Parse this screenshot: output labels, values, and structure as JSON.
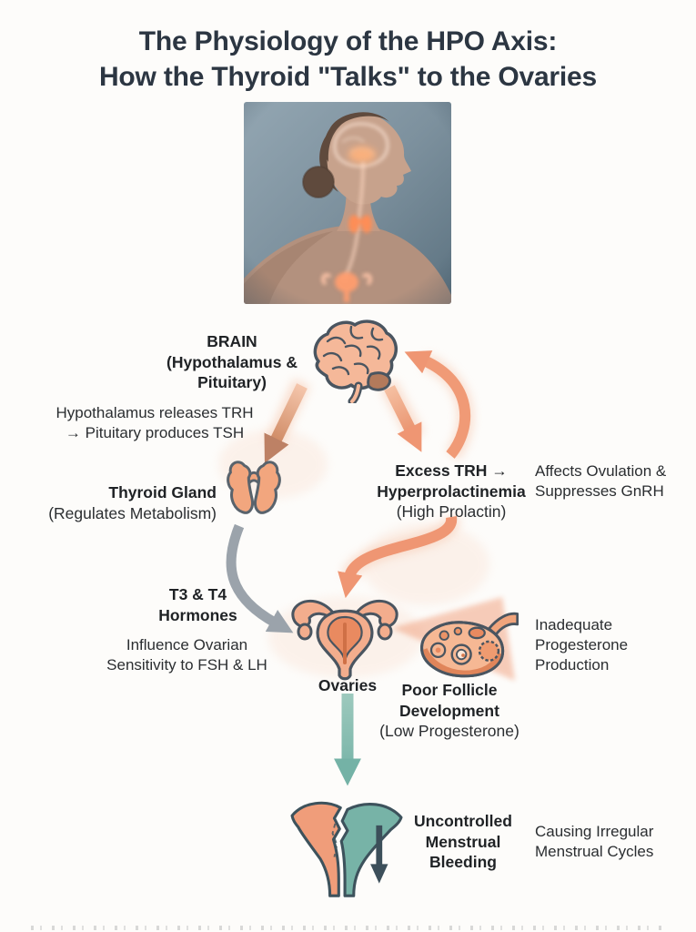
{
  "title": {
    "line1": "The Physiology of the HPO Axis:",
    "line2": "How the Thyroid \"Talks\" to the Ovaries"
  },
  "diagram": {
    "brain": {
      "name": "BRAIN",
      "sub1": "(Hypothalamus &",
      "sub2": "Pituitary)"
    },
    "trh_cascade": {
      "line1": "Hypothalamus releases TRH",
      "line2": "→ Pituitary produces TSH"
    },
    "thyroid": {
      "name": "Thyroid Gland",
      "sub": "(Regulates Metabolism)"
    },
    "excess_trh": {
      "line1": "Excess TRH →",
      "line2": "Hyperprolactinemia",
      "sub": "(High Prolactin)"
    },
    "gnrh_effect": {
      "line1": "Affects Ovulation &",
      "line2": "Suppresses GnRH"
    },
    "t3_t4": {
      "line1": "T3 & T4",
      "line2": "Hormones"
    },
    "ovarian_sensitivity": {
      "line1": "Influence Ovarian",
      "line2": "Sensitivity to FSH & LH"
    },
    "ovaries": {
      "name": "Ovaries"
    },
    "poor_follicle": {
      "line1": "Poor Follicle",
      "line2": "Development",
      "sub": "(Low Progesterone)"
    },
    "progesterone": {
      "line1": "Inadequate",
      "line2": "Progesterone",
      "line3": "Production"
    },
    "bleeding": {
      "line1": "Uncontrolled",
      "line2": "Menstrual",
      "line3": "Bleeding"
    },
    "cycles": {
      "line1": "Causing Irregular",
      "line2": "Menstrual Cycles"
    }
  },
  "icons": {
    "hero_photo": "anatomy-photo",
    "brain": "brain-icon",
    "thyroid": "thyroid-gland-icon",
    "uterus": "uterus-ovaries-icon",
    "ovary_detail": "ovary-follicles-icon",
    "bleeding_uterus": "bleeding-uterus-icon",
    "arrows": [
      "arrow-brain-to-thyroid",
      "arrow-brain-to-excess-trh",
      "arrow-feedback-to-brain",
      "arrow-excess-to-ovaries",
      "arrow-thyroid-to-ovaries",
      "arrow-ovaries-to-bleeding"
    ]
  },
  "colors": {
    "background": "#fdfcfa",
    "title_text": "#2c3642",
    "body_text": "#2b2e31",
    "salmon_arrow": "#ef9673",
    "salmon_arrow_dark_tip": "#c08264",
    "gray_arrow": "#9ba3ab",
    "teal_arrow": "#7db8ad",
    "organ_fill": "#f5b894",
    "organ_outline": "#4a5560",
    "teal_organ": "#77b3a7",
    "photo_background": "#7d919e"
  }
}
